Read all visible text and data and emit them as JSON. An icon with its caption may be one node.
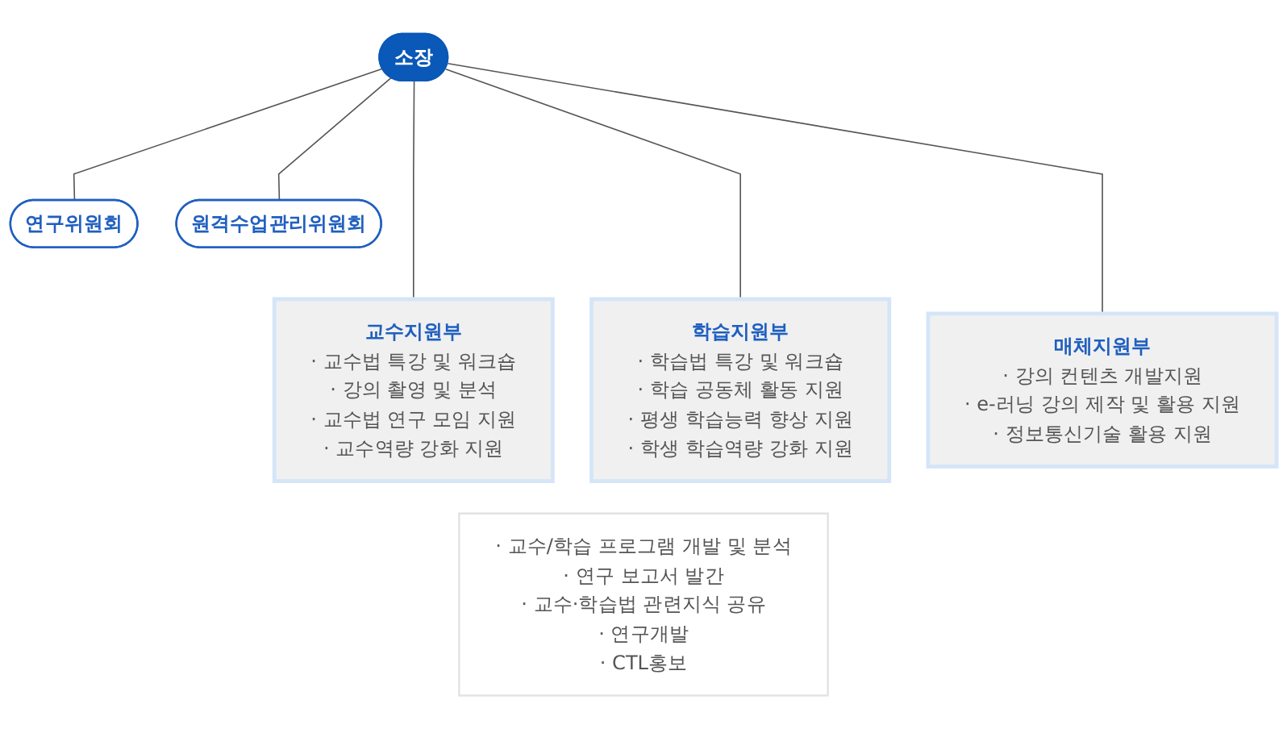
{
  "diagram": {
    "nodes": [
      {
        "text": [
          "소장"
        ]
      },
      {
        "text": [
          "연구위원회"
        ]
      },
      {
        "text": [
          "원격수업관리위원회"
        ]
      },
      {
        "text": [
          "교수지원부",
          "· 교수법 특강 및 워크숍",
          "· 강의 촬영 및 분석",
          "· 교수법 연구 모임 지원",
          "· 교수역량 강화 지원"
        ]
      },
      {
        "text": [
          "학습지원부",
          "· 학습법 특강 및 워크숍",
          "· 학습 공동체 활동 지원",
          "· 평생 학습능력 향상 지원",
          "· 학생 학습역량 강화 지원"
        ]
      },
      {
        "text": [
          "매체지원부",
          "· 강의 컨텐츠 개발지원",
          "· e-러닝 강의 제작 및 활용 지원",
          "· 정보통신기술 활용 지원"
        ]
      },
      {
        "text": [
          "· 교수/학습 프로그램 개발 및 분석",
          "· 연구 보고서 발간",
          "· 교수·학습법 관련지식 공유",
          "· 연구개발",
          "· CTL홍보"
        ]
      }
    ],
    "edges": [
      {
        "from": 0,
        "to": 1,
        "arrow": "none"
      },
      {
        "from": 0,
        "to": 2,
        "arrow": "none"
      },
      {
        "from": 0,
        "to": 3,
        "arrow": "none"
      },
      {
        "from": 0,
        "to": 4,
        "arrow": "none"
      },
      {
        "from": 0,
        "to": 5,
        "arrow": "none"
      }
    ]
  }
}
